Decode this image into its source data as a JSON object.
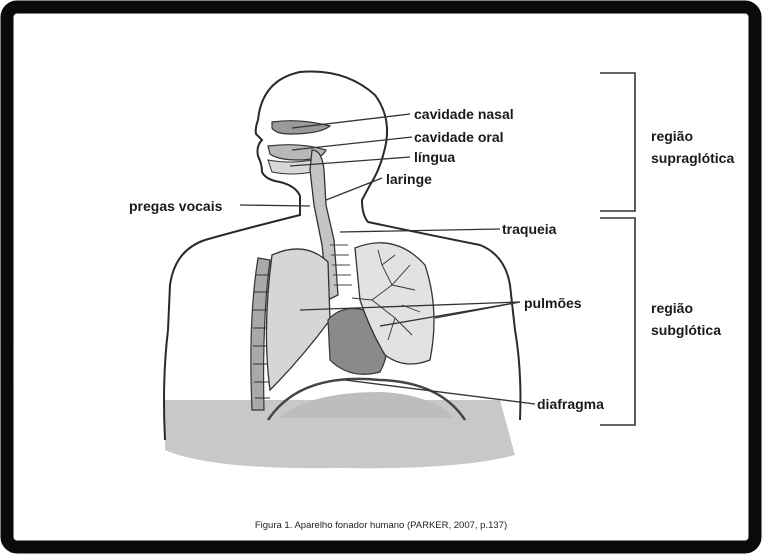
{
  "diagram": {
    "labels": {
      "nasal_cavity": "cavidade nasal",
      "oral_cavity": "cavidade oral",
      "tongue": "língua",
      "larynx": "laringe",
      "vocal_folds": "pregas vocais",
      "trachea": "traqueia",
      "lungs": "pulmões",
      "diaphragm": "diafragma"
    },
    "regions": {
      "supraglottic_line1": "região",
      "supraglottic_line2": "supraglótica",
      "subglottic_line1": "região",
      "subglottic_line2": "subglótica"
    },
    "caption": "Figura 1. Aparelho fonador humano (PARKER, 2007, p.137)"
  },
  "colors": {
    "frame": "#0a0a0a",
    "outline": "#333333",
    "lung_fill": "#d4d4d4",
    "dark_fill": "#8a8a8a",
    "body_shadow": "#b5b5b5"
  }
}
